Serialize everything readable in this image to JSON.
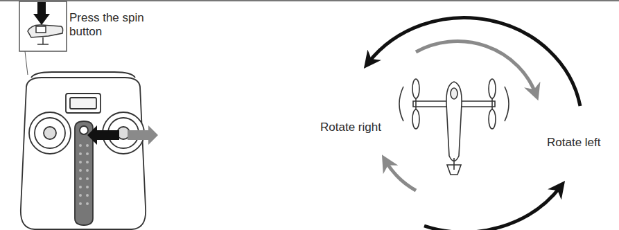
{
  "diagram": {
    "labels": [
      "Press the spin button",
      "Rotate right",
      "Rotate left"
    ]
  }
}
